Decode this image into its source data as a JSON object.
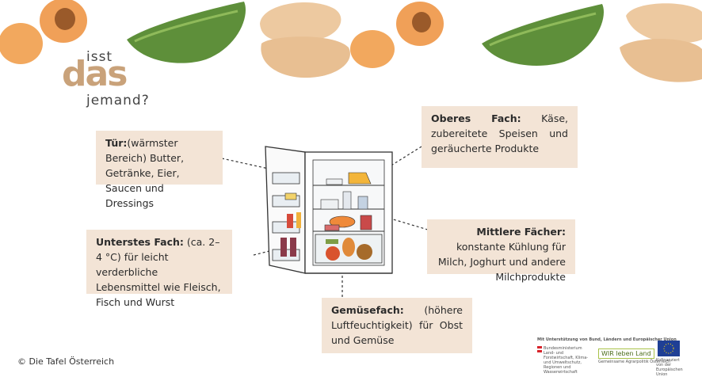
{
  "logo": {
    "top": "isst",
    "middle": "das",
    "bottom": "jemand?"
  },
  "notes": {
    "tuer": {
      "title": "Tür:",
      "text": "(wärmster Bereich) Butter, Getränke, Eier, Saucen und Dressings"
    },
    "oberes": {
      "title": "Oberes Fach:",
      "text": " Käse, zubereitete Speisen und geräucherte Produkte"
    },
    "mittlere": {
      "title": "Mittlere Fächer:",
      "text": " konstante Kühlung für Milch, Joghurt und andere Milchprodukte"
    },
    "unterstes": {
      "title": "Unterstes Fach:",
      "text": " (ca. 2–4 °C) für leicht verderbliche Lebensmittel wie Fleisch, Fisch und Wurst"
    },
    "gemuese": {
      "title": "Gemüsefach:",
      "text": " (höhere Luftfeuchtigkeit) für Obst und Gemüse"
    }
  },
  "footer": {
    "copyright": "© Die Tafel Österreich",
    "support": "Mit Unterstützung von Bund, Ländern und Europäischer Union",
    "ministry": "Bundesministerium Land- und Forstwirtschaft, Klima- und Umweltschutz, Regionen und Wasserwirtschaft",
    "wir_label": "WIR leben Land",
    "wir_sub": "Gemeinsame Agrarpolitik Österreich",
    "eu_label": "Kofinanziert von der Europäischen Union"
  },
  "colors": {
    "note_bg": "#f3e4d6",
    "logo_accent": "#c9a27a",
    "apricot": "#f0a35a",
    "cucumber": "#5e8f3a"
  }
}
